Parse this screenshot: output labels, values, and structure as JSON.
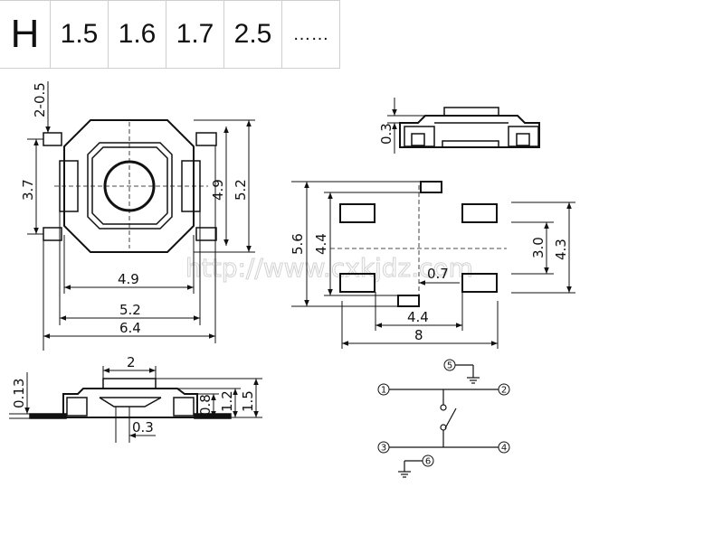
{
  "header": {
    "symbol": "H",
    "heights": [
      "1.5",
      "1.6",
      "1.7",
      "2.5",
      "……"
    ]
  },
  "watermark": "http://www.cxkjdz.com",
  "top_view": {
    "lead_length": "2-0.5",
    "pitch": "3.7",
    "inner_height": "4.9",
    "body_height": "5.2",
    "inner_width": "4.9",
    "body_width": "5.2",
    "overall_width": "6.4"
  },
  "side_view_top": {
    "thickness": "0.3"
  },
  "pcb_layout": {
    "outer_height": "5.6",
    "inner_height": "4.4",
    "pad_pitch_y": "3.0",
    "pad_span_y": "4.3",
    "pad_width": "0.7",
    "pad_spacing_x": "4.4",
    "overall_width": "8"
  },
  "side_view_bottom": {
    "actuator_width": "2",
    "lead_thickness": "0.13",
    "body_height": "0.8",
    "height_1": "1.2",
    "height_2": "1.5",
    "offset": "0.3"
  },
  "schematic": {
    "pins": [
      "1",
      "2",
      "3",
      "4",
      "5",
      "6"
    ]
  }
}
